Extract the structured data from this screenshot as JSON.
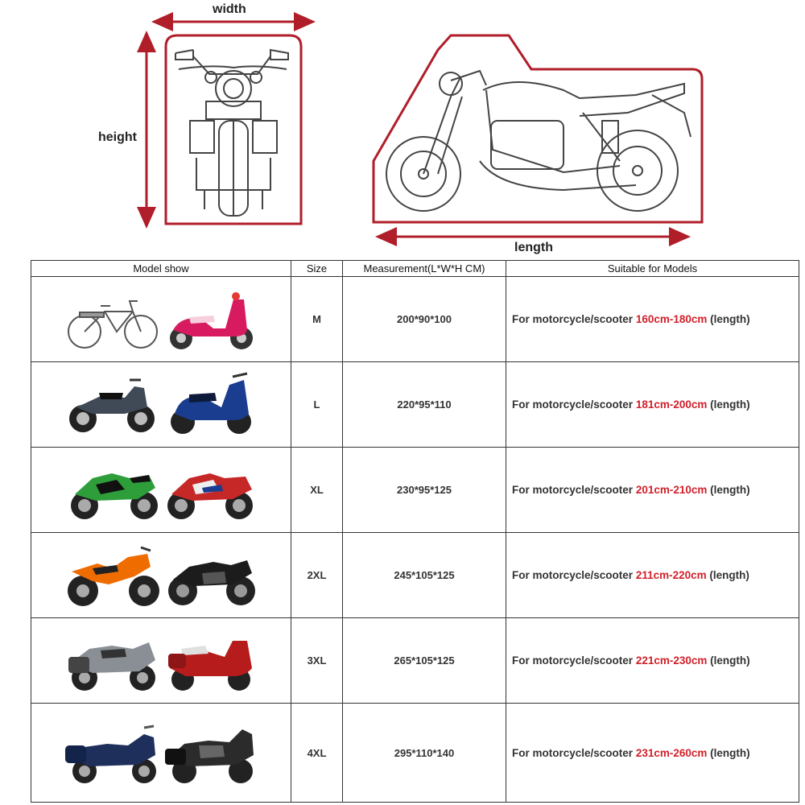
{
  "diagram": {
    "width_label": "width",
    "height_label": "height",
    "length_label": "length",
    "accent_color": "#b01e2a"
  },
  "table": {
    "headers": {
      "model": "Model show",
      "size": "Size",
      "measurement": "Measurement(L*W*H CM)",
      "suitable": "Suitable for Models"
    },
    "rows": [
      {
        "size": "M",
        "measurement": "200*90*100",
        "prefix": "For motorcycle/scooter",
        "range": "160cm-180cm",
        "suffix": "(length)",
        "models": [
          "bicycle",
          "pink-scooter"
        ]
      },
      {
        "size": "L",
        "measurement": "220*95*110",
        "prefix": "For motorcycle/scooter",
        "range": "181cm-200cm",
        "suffix": "(length)",
        "models": [
          "underbone-motorcycle",
          "blue-scooter"
        ]
      },
      {
        "size": "XL",
        "measurement": "230*95*125",
        "prefix": "For motorcycle/scooter",
        "range": "201cm-210cm",
        "suffix": "(length)",
        "models": [
          "green-sport-bike",
          "red-sport-bike"
        ]
      },
      {
        "size": "2XL",
        "measurement": "245*105*125",
        "prefix": "For motorcycle/scooter",
        "range": "211cm-220cm",
        "suffix": "(length)",
        "models": [
          "orange-dirt-bike",
          "black-naked-bike"
        ]
      },
      {
        "size": "3XL",
        "measurement": "265*105*125",
        "prefix": "For motorcycle/scooter",
        "range": "221cm-230cm",
        "suffix": "(length)",
        "models": [
          "silver-touring-bike",
          "red-maxi-scooter"
        ]
      },
      {
        "size": "4XL",
        "measurement": "295*110*140",
        "prefix": "For motorcycle/scooter",
        "range": "231cm-260cm",
        "suffix": "(length)",
        "models": [
          "blue-cruiser",
          "black-tourer"
        ]
      }
    ]
  }
}
